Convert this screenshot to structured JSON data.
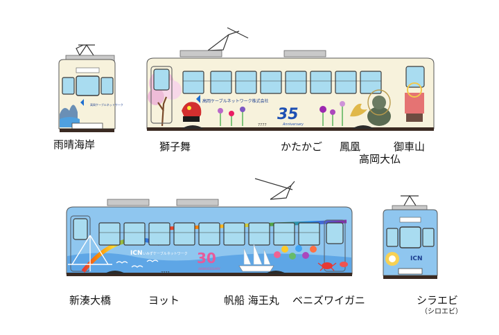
{
  "colors": {
    "cream_body": "#f7f2dc",
    "blue_body": "#8fc6ef",
    "roof_gray": "#c9c9c9",
    "window_blue": "#a9dcf0",
    "window_frame": "#3b3b3b",
    "skirt_dark": "#3a2a22",
    "wheel_dark": "#2b2b2b",
    "sky_blue": "#6fb3e8"
  },
  "logos": {
    "company_small": "高岡ケーブルネットワーク",
    "company_top": "高岡ケーブルネットワーク株式会社",
    "anniv35_number": "35",
    "anniv35_word": "Anniversary",
    "icn": "ICN",
    "icn_tagline": "いみずケーブルネットワーク",
    "anniv30_number": "30",
    "anniv30_word": "ANNIVERSARY",
    "car_number": "7777"
  },
  "labels": {
    "amaharashi": "雨晴海岸",
    "shishimai": "獅子舞",
    "katakago": "かたかご",
    "houou": "鳳凰",
    "mikurumayama": "御車山",
    "takaoka_daibutsu": "高岡大仏",
    "shinminato_bridge": "新湊大橋",
    "yacht": "ヨット",
    "kaiwomaru": "帆船 海王丸",
    "benizuwaigani": "ベニズワイガニ",
    "shiraebi": "シラエビ",
    "shiraebi_reading": "（シロエビ）"
  }
}
